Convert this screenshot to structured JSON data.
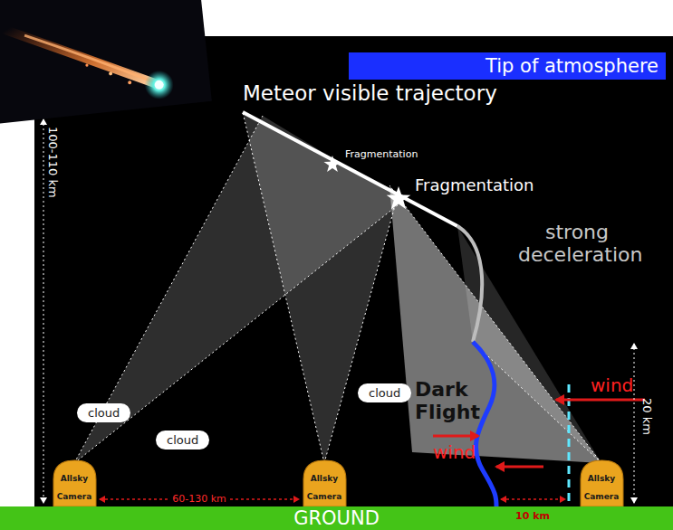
{
  "diagram": {
    "nodes": [
      {
        "text": [
          "Tip of atmosphere"
        ]
      },
      {
        "text": [
          "cloud"
        ]
      },
      {
        "text": [
          "cloud"
        ]
      },
      {
        "text": [
          "cloud"
        ]
      },
      {
        "text": [
          "Allsky",
          "Camera"
        ]
      },
      {
        "text": [
          "Allsky",
          "Camera"
        ]
      },
      {
        "text": [
          "Allsky",
          "Camera"
        ]
      },
      {
        "text": [
          "GROUND"
        ]
      }
    ],
    "labels": [
      "Meteor visible trajectory",
      "Fragmentation",
      "Fragmentation",
      "strong deceleration",
      "Dark Flight",
      "wind",
      "wind",
      "100-110 km",
      "20 km",
      "60-130 km",
      "10 km"
    ]
  }
}
